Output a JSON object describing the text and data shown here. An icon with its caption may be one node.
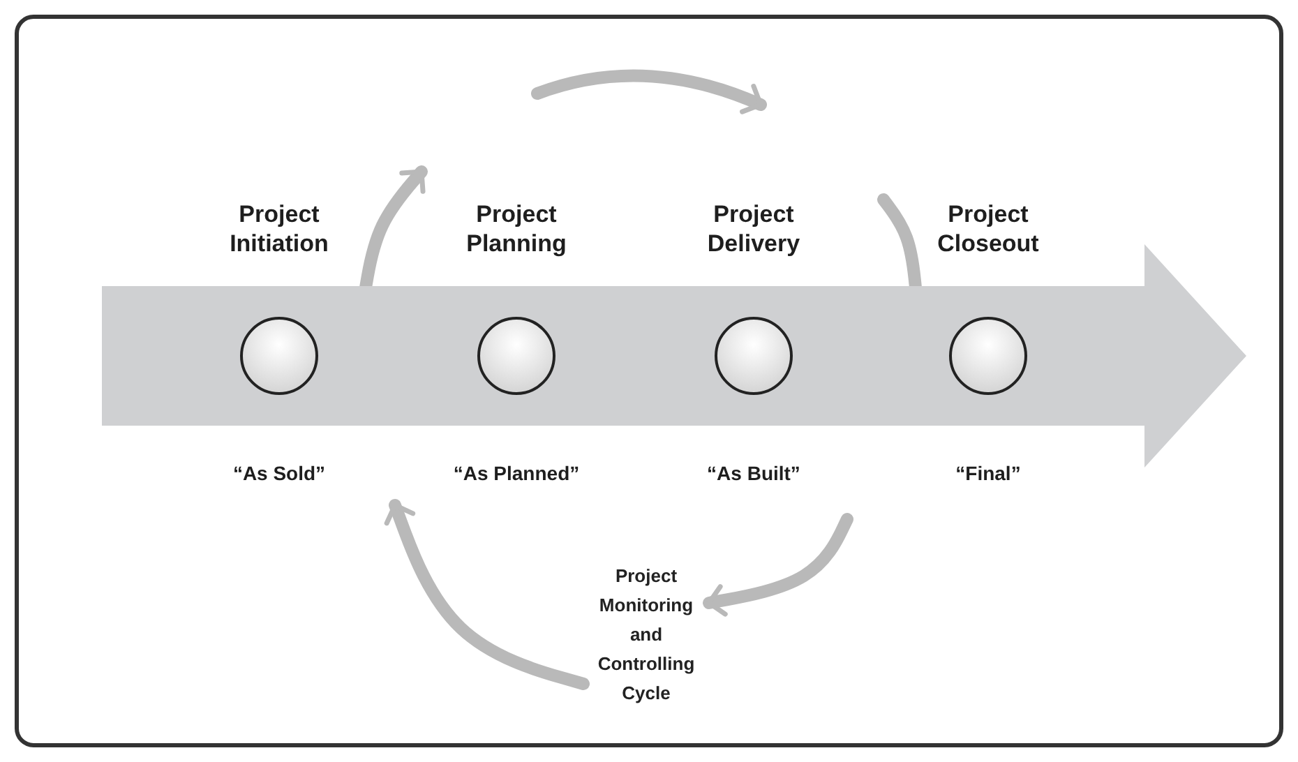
{
  "diagram": {
    "nodes": [
      {
        "text": [],
        "shape": "arrow"
      },
      {
        "text": [],
        "shape": "circle",
        "in": 0
      },
      {
        "text": [],
        "shape": "circle",
        "in": 0
      },
      {
        "text": [],
        "shape": "circle",
        "in": 0
      },
      {
        "text": [],
        "shape": "circle",
        "in": 0
      },
      {
        "text": [
          "Project Monitoring and Controlling Cycle"
        ]
      }
    ],
    "edges": [
      {
        "from": 0,
        "to": null,
        "arrow": "to"
      },
      {
        "from": null,
        "to": 0,
        "arrow": "none"
      },
      {
        "from": null,
        "to": 5,
        "arrow": "to"
      },
      {
        "from": 5,
        "to": null,
        "arrow": "to"
      }
    ],
    "labels": [
      "Project Initiation",
      "Project Planning",
      "Project Delivery",
      "Project Closeout",
      "“As Sold”",
      "“As Planned”",
      "“As Built”",
      "“Final”"
    ]
  }
}
